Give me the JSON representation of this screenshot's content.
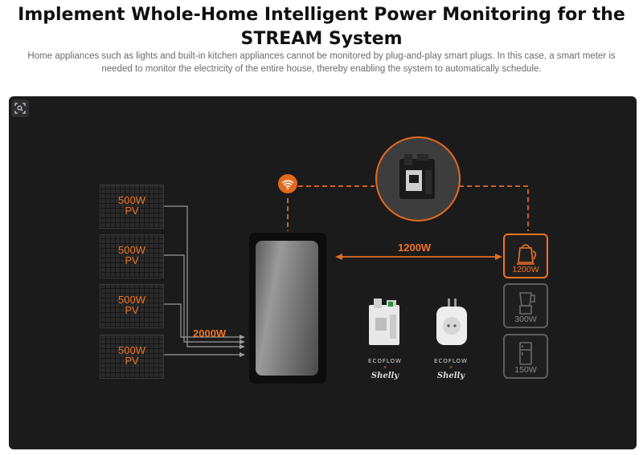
{
  "page": {
    "title": "Implement Whole-Home Intelligent Power Monitoring for the STREAM System",
    "subtitle": "Home appliances such as lights and built-in kitchen appliances cannot be monitored by plug-and-play smart plugs. In this case, a smart meter is needed to monitor the electricity of the entire house, thereby enabling the system to automatically schedule."
  },
  "diagram": {
    "panels": [
      {
        "line1": "500W",
        "line2": "PV"
      },
      {
        "line1": "500W",
        "line2": "PV"
      },
      {
        "line1": "500W",
        "line2": "PV"
      },
      {
        "line1": "500W",
        "line2": "PV"
      }
    ],
    "pv_total_label": "2000W",
    "output_label": "1200W",
    "appliances": [
      {
        "label": "1200W",
        "icon": "kettle-icon",
        "active": true
      },
      {
        "label": "300W",
        "icon": "blender-icon",
        "active": false
      },
      {
        "label": "150W",
        "icon": "fridge-icon",
        "active": false
      }
    ],
    "brands": [
      {
        "name": "ECOFLOW",
        "x": "×",
        "partner": "Shelly",
        "product": "smart-meter"
      },
      {
        "name": "ECOFLOW",
        "x": "×",
        "partner": "Shelly",
        "product": "smart-plug"
      }
    ],
    "colors": {
      "accent": "#f07424",
      "background": "#1b1b1c",
      "inactive": "#5e5e5e"
    }
  }
}
